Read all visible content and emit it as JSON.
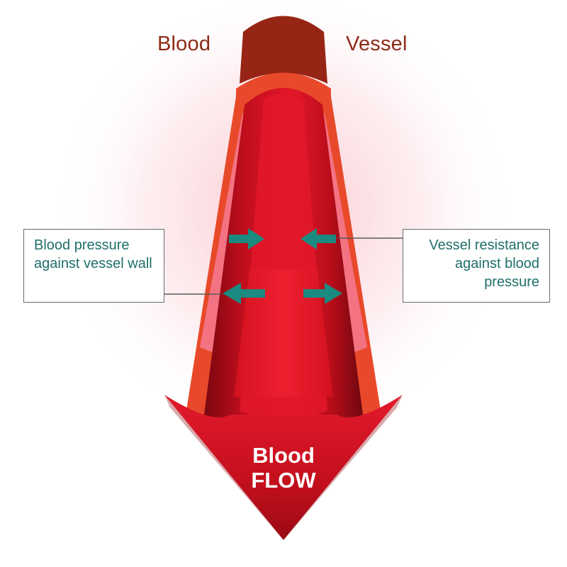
{
  "title": {
    "left_word": "Blood",
    "right_word": "Vessel"
  },
  "callouts": {
    "left": "Blood pressure against vessel wall",
    "right": "Vessel resistance against blood pressure"
  },
  "arrow_label": {
    "line1": "Blood",
    "line2": "FLOW"
  },
  "icons": {
    "vessel": "blood-vessel-tube",
    "flow": "downward-flow-arrow",
    "pressure_arrows": "teal-double-arrows"
  },
  "colors": {
    "title": "#8e2a16",
    "callout_text": "#1f6f69",
    "arrow_teal": "#1b8a80",
    "vessel_outer": "#e8492a",
    "vessel_wall": "#f47383",
    "vessel_rim": "#962515",
    "blood_red": "#d41020",
    "dark_red": "#8f0a12"
  }
}
